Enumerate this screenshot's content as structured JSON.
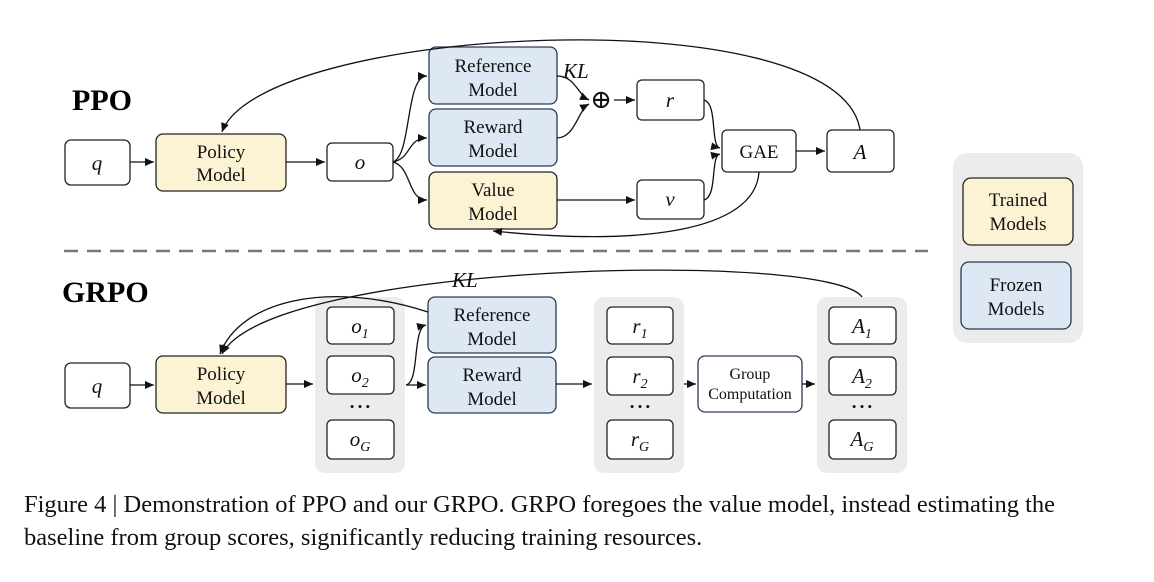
{
  "ppo": {
    "title": "PPO",
    "q": "q",
    "policy_line1": "Policy",
    "policy_line2": "Model",
    "o": "o",
    "reference_line1": "Reference",
    "reference_line2": "Model",
    "reward_line1": "Reward",
    "reward_line2": "Model",
    "value_line1": "Value",
    "value_line2": "Model",
    "kl": "KL",
    "plus": "⊕",
    "r": "r",
    "v": "v",
    "gae": "GAE",
    "a": "A"
  },
  "grpo": {
    "title": "GRPO",
    "q": "q",
    "policy_line1": "Policy",
    "policy_line2": "Model",
    "kl": "KL",
    "reference_line1": "Reference",
    "reference_line2": "Model",
    "reward_line1": "Reward",
    "reward_line2": "Model",
    "outputs": [
      {
        "base": "o",
        "sub": "1"
      },
      {
        "base": "o",
        "sub": "2"
      },
      {
        "base": "o",
        "sub": "G"
      }
    ],
    "rewards": [
      {
        "base": "r",
        "sub": "1"
      },
      {
        "base": "r",
        "sub": "2"
      },
      {
        "base": "r",
        "sub": "G"
      }
    ],
    "advantages": [
      {
        "base": "A",
        "sub": "1"
      },
      {
        "base": "A",
        "sub": "2"
      },
      {
        "base": "A",
        "sub": "G"
      }
    ],
    "ellipsis": "• • •",
    "group_line1": "Group",
    "group_line2": "Computation"
  },
  "legend": {
    "trained_line1": "Trained",
    "trained_line2": "Models",
    "frozen_line1": "Frozen",
    "frozen_line2": "Models"
  },
  "colors": {
    "trained_fill": "#fcf2d4",
    "frozen_fill": "#dde8f4",
    "group_bg": "#ececec",
    "frozen_stroke": "#2a3a55"
  },
  "caption": "Figure 4 | Demonstration of PPO and our GRPO. GRPO foregoes the value model, instead estimating the baseline from group scores, significantly reducing training resources."
}
